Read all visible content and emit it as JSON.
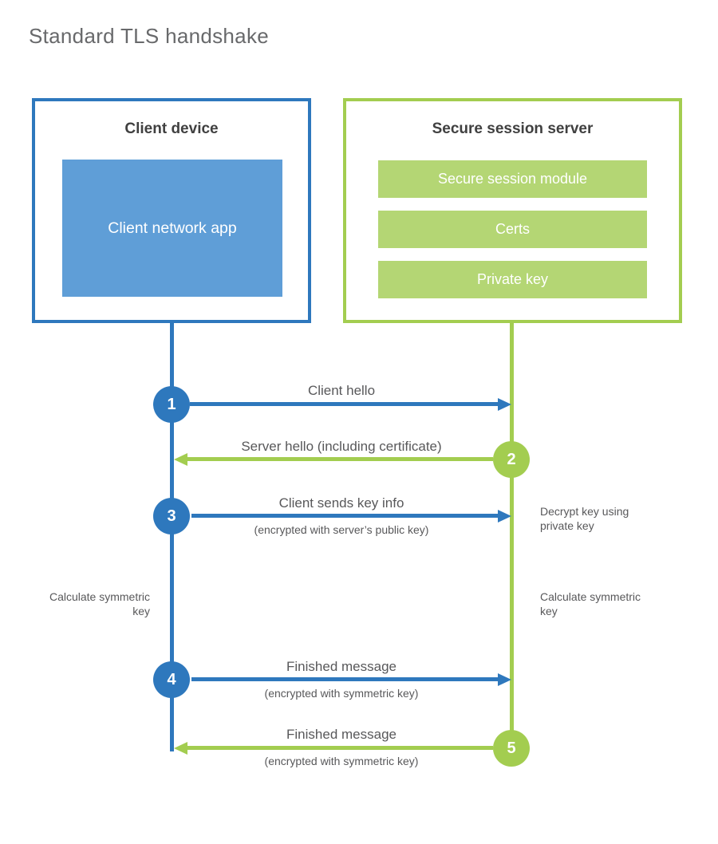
{
  "title": "Standard TLS handshake",
  "colors": {
    "blue": "#2e78bd",
    "blue_fill": "#5f9ed7",
    "green": "#a3cd50",
    "green_fill": "#b4d674",
    "heading_text": "#404040",
    "label_text": "#58585a",
    "title_text": "#68696b"
  },
  "client_box": {
    "title": "Client device",
    "module": "Client network app"
  },
  "server_box": {
    "title": "Secure session server",
    "modules": [
      "Secure session module",
      "Certs",
      "Private key"
    ]
  },
  "steps": [
    {
      "number": "1",
      "label": "Client hello",
      "sublabel": ""
    },
    {
      "number": "2",
      "label": "Server hello (including certificate)",
      "sublabel": ""
    },
    {
      "number": "3",
      "label": "Client sends key info",
      "sublabel": "(encrypted with server’s public key)"
    },
    {
      "number": "4",
      "label": "Finished message",
      "sublabel": "(encrypted with symmetric key)"
    },
    {
      "number": "5",
      "label": "Finished message",
      "sublabel": "(encrypted with symmetric key)"
    }
  ],
  "annotations": {
    "decrypt_note": "Decrypt key using private key",
    "calculate_left": "Calculate symmetric key",
    "calculate_right": "Calculate symmetric key"
  }
}
